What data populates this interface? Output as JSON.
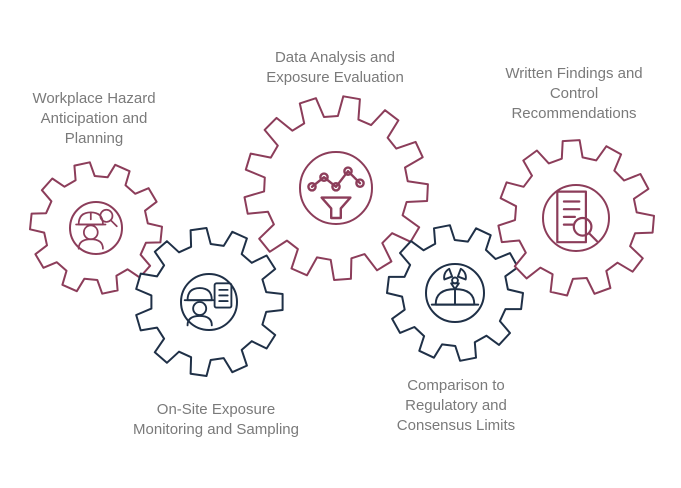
{
  "colors": {
    "maroon": "#8c3d5a",
    "navy": "#1f3047",
    "text": "#7a7a7a",
    "background": "#ffffff"
  },
  "steps": [
    {
      "lines": [
        "Workplace Hazard",
        "Anticipation and",
        "Planning"
      ],
      "icon": "worker-magnifier-icon",
      "color": "maroon"
    },
    {
      "lines": [
        "On-Site Exposure",
        "Monitoring and Sampling"
      ],
      "icon": "worker-checklist-icon",
      "color": "navy"
    },
    {
      "lines": [
        "Data Analysis and",
        "Exposure Evaluation"
      ],
      "icon": "data-funnel-icon",
      "color": "maroon"
    },
    {
      "lines": [
        "Comparison to",
        "Regulatory and",
        "Consensus Limits"
      ],
      "icon": "radiation-hardhat-icon",
      "color": "navy"
    },
    {
      "lines": [
        "Written Findings and",
        "Control",
        "Recommendations"
      ],
      "icon": "document-search-icon",
      "color": "maroon"
    }
  ]
}
